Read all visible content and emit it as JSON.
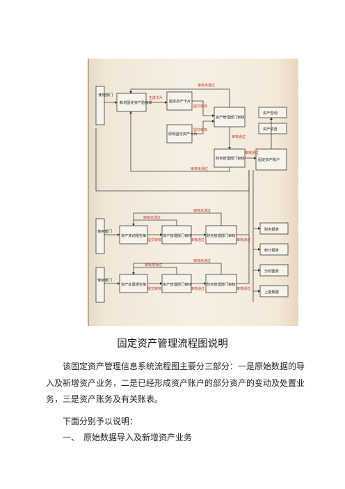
{
  "flowchart": {
    "nodes": {
      "use_dept_1": "使用部门",
      "new_acq": "新增固定资产验收单",
      "asset_card_create": "固定资产卡片",
      "asset_mgmt_review_1": "资产管理部门审核",
      "old_asset_card": "原有固定资产卡片",
      "finance_review_1": "财务管理部门审核",
      "fixed_asset_ledger": "固定资产账户",
      "asset_query": "资产查询",
      "asset_inventory": "资产清查",
      "use_dept_2": "使用部门",
      "change_form": "资产变动报告单",
      "asset_mgmt_review_2": "资产管理部门审核",
      "finance_review_2": "财务管理部门审核",
      "use_dept_3": "使用部门",
      "disposal_form": "资产处置报告单",
      "asset_mgmt_review_3": "资产管理部门审核",
      "finance_review_3": "财务管理部门审核",
      "finance_report": "财务报表",
      "stat_report": "统计报表",
      "analysis_chart": "分析图表",
      "submit_data": "上报数据"
    },
    "labels": {
      "gen_card": "生成卡片",
      "submit": "提交审核",
      "not_passed": "审核未通过",
      "passed": "审核通过"
    }
  },
  "doc": {
    "title": "固定资产管理流程图说明",
    "intro": "该固定资产管理信息系统流程图主要分三部分：一是原始数据的导入及新增资产业务，二是已经形成资产账户的部分资产的变动及处置业务，三是资产账务及有关账表。",
    "lead": "下面分别予以说明：",
    "section1": "一、　原始数据导入及新增资产业务"
  }
}
